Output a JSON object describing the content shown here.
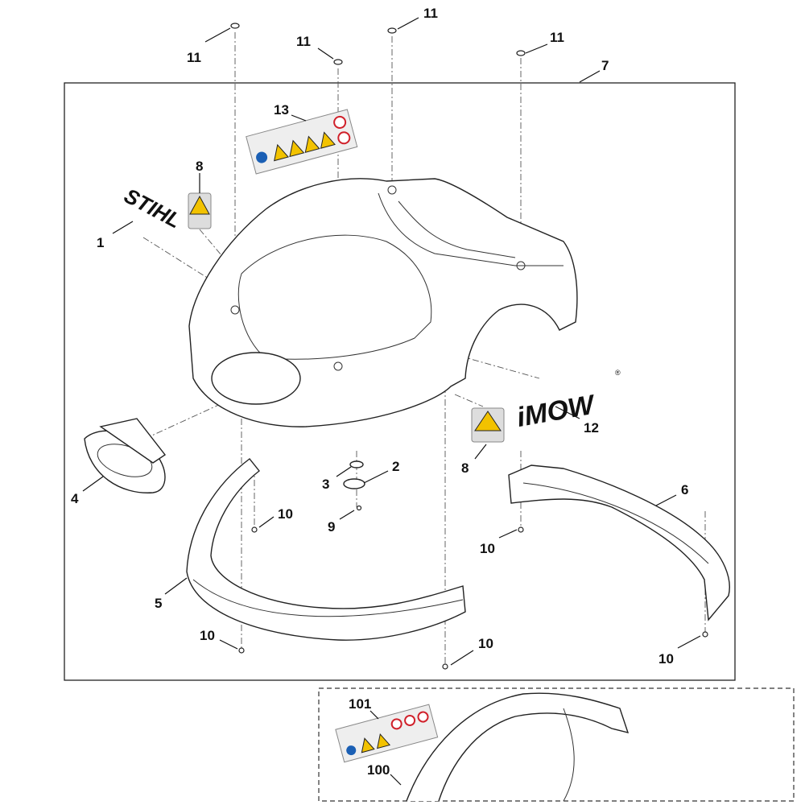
{
  "diagram": {
    "callouts": [
      {
        "id": "screw-a",
        "label": "11"
      },
      {
        "id": "screw-b",
        "label": "11"
      },
      {
        "id": "screw-c",
        "label": "11"
      },
      {
        "id": "screw-d",
        "label": "11"
      },
      {
        "id": "housing",
        "label": "7"
      },
      {
        "id": "warning-label-set",
        "label": "13"
      },
      {
        "id": "sticker-top",
        "label": "8"
      },
      {
        "id": "stihl-logo",
        "label": "1"
      },
      {
        "id": "imow-logo",
        "label": "12"
      },
      {
        "id": "sticker-side",
        "label": "8"
      },
      {
        "id": "washer",
        "label": "3"
      },
      {
        "id": "disc",
        "label": "2"
      },
      {
        "id": "small-screw",
        "label": "9"
      },
      {
        "id": "cover-4",
        "label": "4"
      },
      {
        "id": "screw-10a",
        "label": "10"
      },
      {
        "id": "screw-10b",
        "label": "10"
      },
      {
        "id": "screw-10c",
        "label": "10"
      },
      {
        "id": "screw-10d",
        "label": "10"
      },
      {
        "id": "screw-10e",
        "label": "10"
      },
      {
        "id": "bumper-left",
        "label": "5"
      },
      {
        "id": "bumper-right",
        "label": "6"
      },
      {
        "id": "label-set-detail",
        "label": "101"
      },
      {
        "id": "detail-housing",
        "label": "100"
      }
    ],
    "logos": {
      "stihl": "STIHL",
      "imow": "iMOW",
      "imow_mark": "®"
    },
    "colors": {
      "warning": "#f2c200",
      "prohibition": "#d0202a",
      "mandatory": "#1a5fb4",
      "line": "#222222"
    }
  }
}
